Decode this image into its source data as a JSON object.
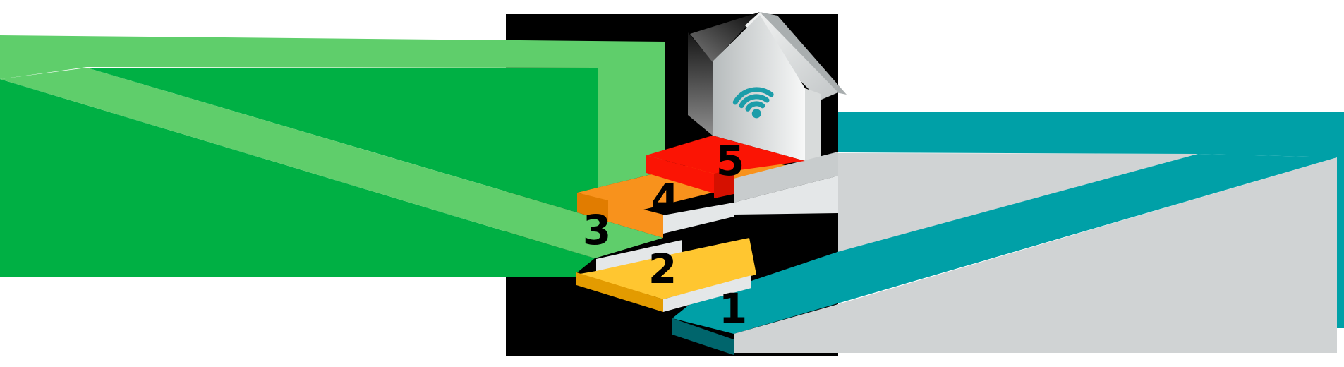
{
  "steps": [
    {
      "label": "1"
    },
    {
      "label": "2"
    },
    {
      "label": "3"
    },
    {
      "label": "4"
    },
    {
      "label": "5"
    }
  ],
  "house": {
    "icon": "wifi-icon"
  },
  "colors": {
    "background": "#ffffff",
    "panel_black": "#000000",
    "green": "#00B044",
    "green_light": "#5FCE6B",
    "teal": "#00A0A7",
    "teal_dark": "#00656C",
    "gray_body": "#D0D3D4",
    "white_face": "#E4E7E8",
    "landing_gray": "#C8CCCD",
    "red": "#FB1404",
    "red_dark": "#D51000",
    "orange": "#F8921C",
    "orange_dark": "#E17C00",
    "yellow": "#FFC630",
    "amber": "#E39B00",
    "wifi_teal": "#1C9DA9",
    "digit": "#000000"
  }
}
